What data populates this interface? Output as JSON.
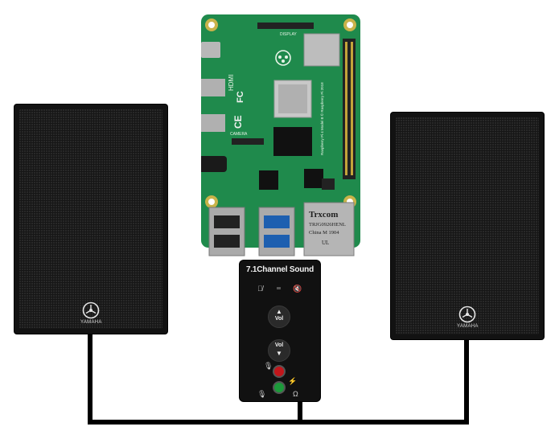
{
  "speakers": {
    "left": {
      "brand": "YAMAHA"
    },
    "right": {
      "brand": "YAMAHA"
    },
    "color": "#121212"
  },
  "raspberry_pi": {
    "board_color": "#1f8a4c",
    "labels": {
      "display": "DISPLAY",
      "hdmi": "HDMI",
      "camera": "CAMERA",
      "ce": "CE",
      "fc": "FC",
      "ethernet_brand": "Trxcom",
      "ethernet_part": "TRJG0926HENL",
      "ethernet_origin": "China M 1904",
      "ul": "UL",
      "silkscreen": "Raspberry Pi 4 Model B © Raspberry Pi 2018"
    }
  },
  "sound_card": {
    "title": "7.1Channel Sound",
    "vol_up_label": "Vol",
    "vol_down_label": "Vol",
    "icons": [
      "mic-mute-icon",
      "speaker-mute-icon",
      "volume-up-icon",
      "volume-down-icon",
      "microphone-icon",
      "headphone-icon"
    ],
    "mic_jack_color": "#c2161b",
    "headphone_jack_color": "#1c9a3a"
  },
  "cables": {
    "color": "#000000"
  }
}
